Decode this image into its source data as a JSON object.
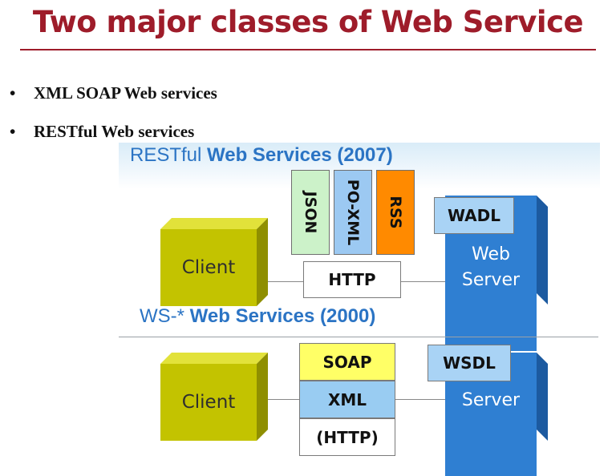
{
  "slide": {
    "title": "Two major classes of Web Service",
    "bullets": [
      {
        "marker": "•",
        "text": "XML SOAP Web services"
      },
      {
        "marker": "•",
        "text": "RESTful Web services"
      }
    ]
  },
  "diagram": {
    "rest": {
      "heading_light": "RESTful ",
      "heading_bold": "Web Services (2007)",
      "client_label": "Client",
      "formats": [
        "JSON",
        "PO-XML",
        "RSS"
      ],
      "transport": "HTTP",
      "description_box": "WADL",
      "server_label_line1": "Web",
      "server_label_line2": "Server"
    },
    "ws": {
      "heading_light": "WS-* ",
      "heading_bold": "Web Services (2000)",
      "client_label": "Client",
      "stack": [
        "SOAP",
        "XML",
        "(HTTP)"
      ],
      "description_box": "WSDL",
      "server_label": "Server"
    }
  },
  "colors": {
    "title": "#9e1c2a",
    "heading_blue": "#2b74c4",
    "client_yellow": "#c3c300",
    "server_blue": "#2f7fd2",
    "json_green": "#ccf2c9",
    "poxml_blue": "#9cc9f2",
    "rss_orange": "#ff8a00",
    "soap_yellow": "#ffff66",
    "xml_blue": "#99ccf2",
    "wadl_blue": "#a9d3f5"
  }
}
